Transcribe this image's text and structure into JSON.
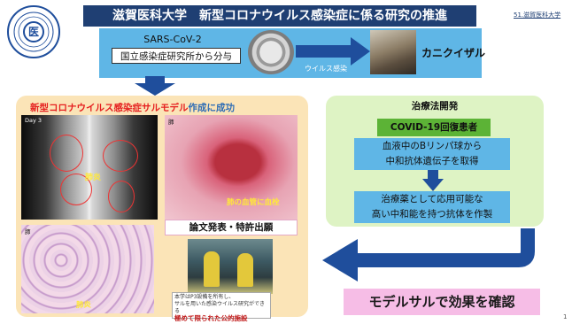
{
  "header": {
    "title": "滋賀医科大学　新型コロナウイルス感染症に係る研究の推進",
    "logo_text": "医",
    "page_tag": "51.滋賀医科大学"
  },
  "top": {
    "virus_name": "SARS-CoV-2",
    "source": "国立感染症研究所から分与",
    "infection_label": "ウイルス感染",
    "animal": "カニクイザル"
  },
  "model": {
    "title_red": "新型コロナウイルス感染症サルモデル",
    "title_blue": "作成に成功",
    "xray_day": "Day 3",
    "xray_label": "肺炎",
    "histo1_letter": "肺",
    "histo1_label": "肺の血管に血栓",
    "histo2_letter": "肺",
    "histo2_label": "肺炎",
    "paper": "論文発表・特許出願",
    "caption_line1": "本学はP3設備を所有し、",
    "caption_line2": "サルを用いた感染ウイルス研究ができる",
    "caption_em": "極めて限られた公的施設"
  },
  "treatment": {
    "title": "治療法開発",
    "covid_box": "COVID-19回復患者",
    "blood_line1": "血液中のBリンパ球から",
    "blood_line2": "中和抗体遺伝子を取得",
    "drug_line1": "治療薬として応用可能な",
    "drug_line2": "高い中和能を持つ抗体を作製"
  },
  "conclusion": "モデルサルで効果を確認",
  "page_number": "1",
  "colors": {
    "header_bg": "#1f3f73",
    "band_blue": "#5fb6e6",
    "arrow_navy": "#1f4e9c",
    "left_panel": "#fbe4b7",
    "right_panel": "#def3c4",
    "green_box": "#5cb336",
    "pink_box": "#f6bde6",
    "title_red": "#e51e1e",
    "title_blue": "#2e6db5"
  }
}
